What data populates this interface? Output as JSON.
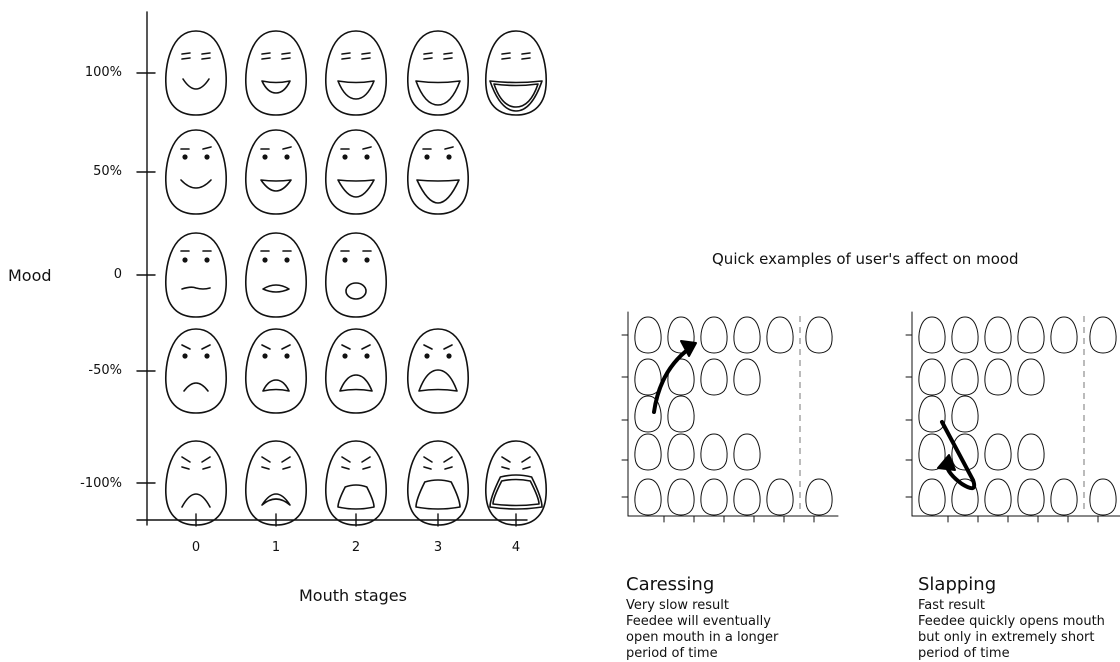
{
  "chart": {
    "y_axis_label": "Mood",
    "x_axis_label": "Mouth stages",
    "y_ticks": [
      "100%",
      "50%",
      "0",
      "-50%",
      "-100%"
    ],
    "x_ticks": [
      "0",
      "1",
      "2",
      "3",
      "4"
    ],
    "rows": [
      {
        "mood": "100%",
        "mouth_stages": 5,
        "expression": "happy"
      },
      {
        "mood": "50%",
        "mouth_stages": 4,
        "expression": "content"
      },
      {
        "mood": "0",
        "mouth_stages": 3,
        "expression": "neutral"
      },
      {
        "mood": "-50%",
        "mouth_stages": 4,
        "expression": "sad"
      },
      {
        "mood": "-100%",
        "mouth_stages": 5,
        "expression": "crying"
      }
    ]
  },
  "examples": {
    "title": "Quick examples of user's affect on mood",
    "caressing": {
      "title": "Caressing",
      "lines": [
        "Very slow result",
        "Feedee will eventually",
        "open mouth in a longer",
        "period of time"
      ]
    },
    "slapping": {
      "title": "Slapping",
      "lines": [
        "Fast result",
        "Feedee quickly opens mouth",
        "but only in extremely short",
        "period of time"
      ]
    }
  }
}
